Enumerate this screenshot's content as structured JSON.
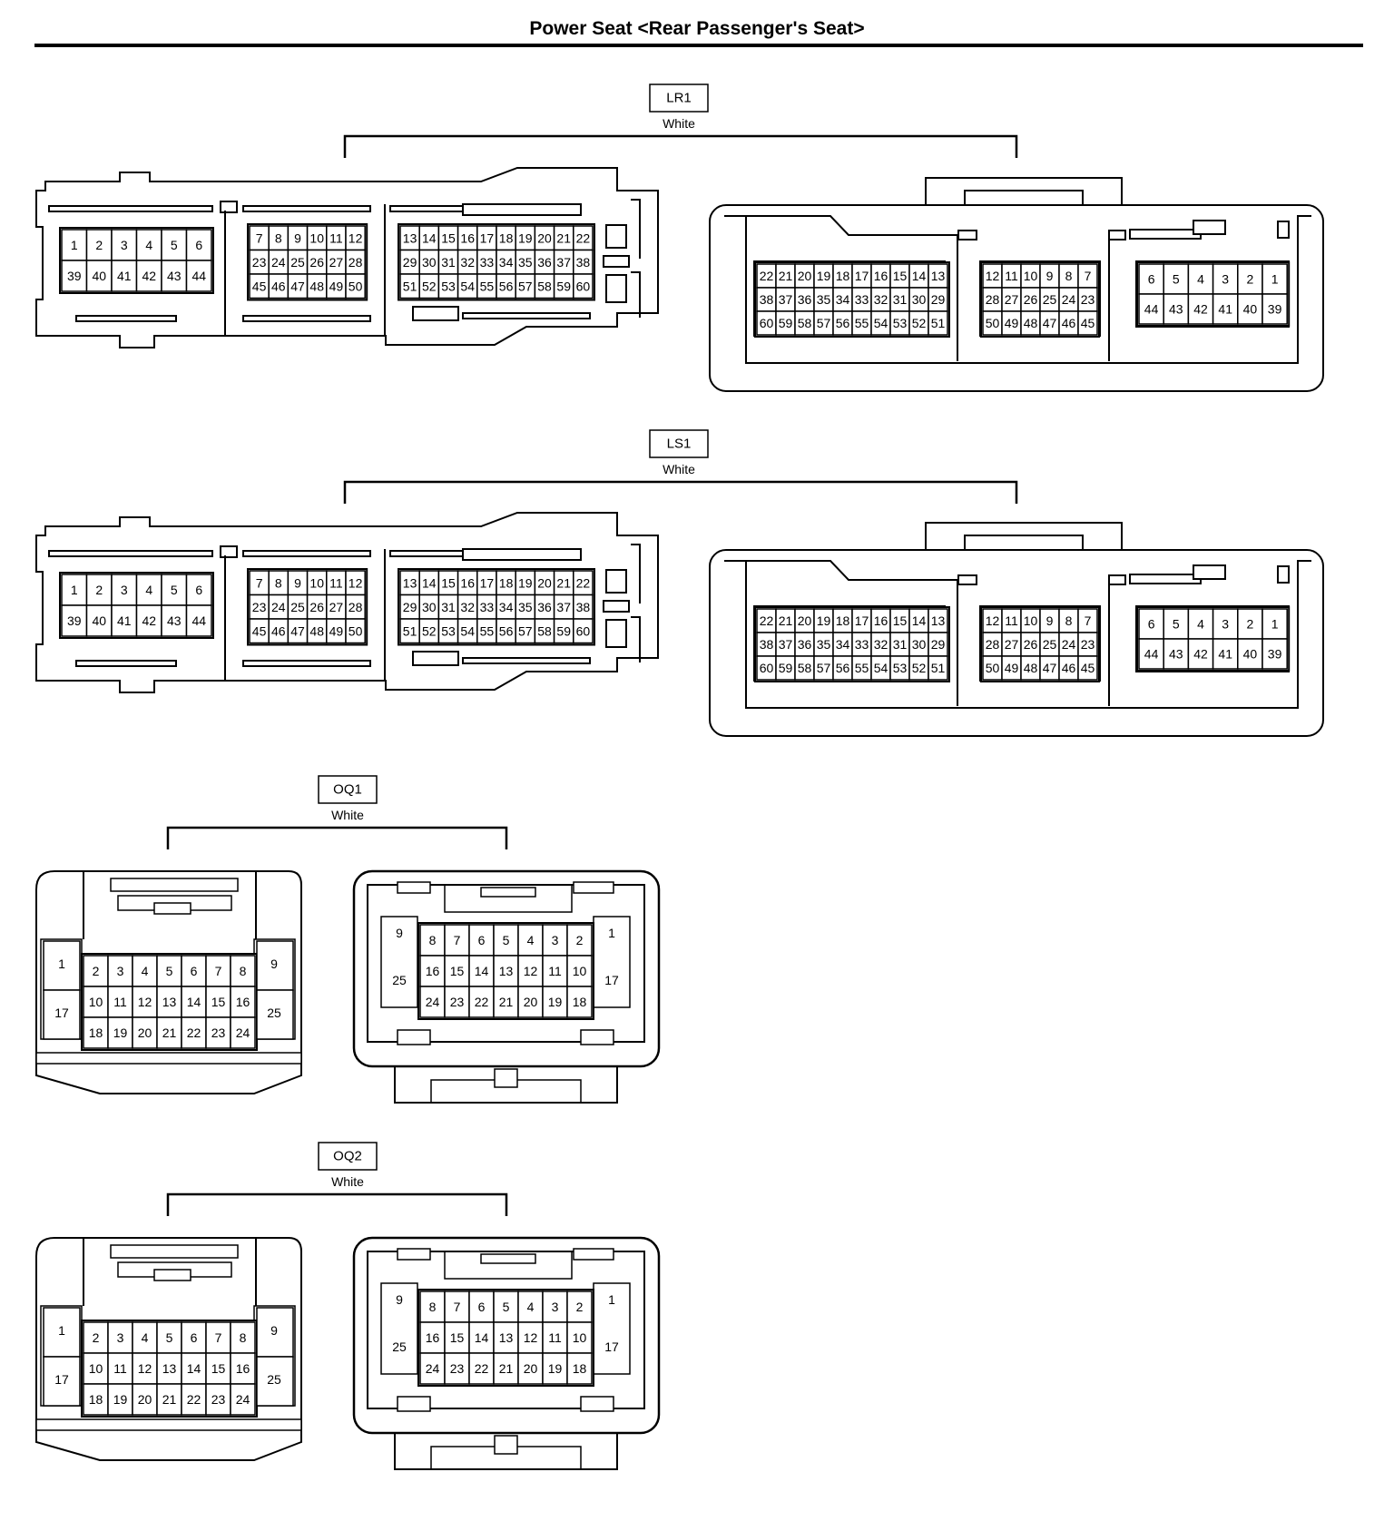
{
  "title": "Power Seat <Rear Passenger's Seat>",
  "connectors": [
    {
      "id": "LR1",
      "color": "White",
      "left_rows": [
        [
          "1",
          "2",
          "3",
          "4",
          "5",
          "6"
        ],
        [
          "39",
          "40",
          "41",
          "42",
          "43",
          "44"
        ]
      ],
      "mid_rows": [
        [
          "7",
          "8",
          "9",
          "10",
          "11",
          "12"
        ],
        [
          "23",
          "24",
          "25",
          "26",
          "27",
          "28"
        ],
        [
          "45",
          "46",
          "47",
          "48",
          "49",
          "50"
        ]
      ],
      "right_rows": [
        [
          "13",
          "14",
          "15",
          "16",
          "17",
          "18",
          "19",
          "20",
          "21",
          "22"
        ],
        [
          "29",
          "30",
          "31",
          "32",
          "33",
          "34",
          "35",
          "36",
          "37",
          "38"
        ],
        [
          "51",
          "52",
          "53",
          "54",
          "55",
          "56",
          "57",
          "58",
          "59",
          "60"
        ]
      ],
      "b_left_rows": [
        [
          "22",
          "21",
          "20",
          "19",
          "18",
          "17",
          "16",
          "15",
          "14",
          "13"
        ],
        [
          "38",
          "37",
          "36",
          "35",
          "34",
          "33",
          "32",
          "31",
          "30",
          "29"
        ],
        [
          "60",
          "59",
          "58",
          "57",
          "56",
          "55",
          "54",
          "53",
          "52",
          "51"
        ]
      ],
      "b_mid_rows": [
        [
          "12",
          "11",
          "10",
          "9",
          "8",
          "7"
        ],
        [
          "28",
          "27",
          "26",
          "25",
          "24",
          "23"
        ],
        [
          "50",
          "49",
          "48",
          "47",
          "46",
          "45"
        ]
      ],
      "b_right_rows": [
        [
          "6",
          "5",
          "4",
          "3",
          "2",
          "1"
        ],
        [
          "44",
          "43",
          "42",
          "41",
          "40",
          "39"
        ]
      ]
    },
    {
      "id": "LS1",
      "color": "White",
      "left_rows": [
        [
          "1",
          "2",
          "3",
          "4",
          "5",
          "6"
        ],
        [
          "39",
          "40",
          "41",
          "42",
          "43",
          "44"
        ]
      ],
      "mid_rows": [
        [
          "7",
          "8",
          "9",
          "10",
          "11",
          "12"
        ],
        [
          "23",
          "24",
          "25",
          "26",
          "27",
          "28"
        ],
        [
          "45",
          "46",
          "47",
          "48",
          "49",
          "50"
        ]
      ],
      "right_rows": [
        [
          "13",
          "14",
          "15",
          "16",
          "17",
          "18",
          "19",
          "20",
          "21",
          "22"
        ],
        [
          "29",
          "30",
          "31",
          "32",
          "33",
          "34",
          "35",
          "36",
          "37",
          "38"
        ],
        [
          "51",
          "52",
          "53",
          "54",
          "55",
          "56",
          "57",
          "58",
          "59",
          "60"
        ]
      ],
      "b_left_rows": [
        [
          "22",
          "21",
          "20",
          "19",
          "18",
          "17",
          "16",
          "15",
          "14",
          "13"
        ],
        [
          "38",
          "37",
          "36",
          "35",
          "34",
          "33",
          "32",
          "31",
          "30",
          "29"
        ],
        [
          "60",
          "59",
          "58",
          "57",
          "56",
          "55",
          "54",
          "53",
          "52",
          "51"
        ]
      ],
      "b_mid_rows": [
        [
          "12",
          "11",
          "10",
          "9",
          "8",
          "7"
        ],
        [
          "28",
          "27",
          "26",
          "25",
          "24",
          "23"
        ],
        [
          "50",
          "49",
          "48",
          "47",
          "46",
          "45"
        ]
      ],
      "b_right_rows": [
        [
          "6",
          "5",
          "4",
          "3",
          "2",
          "1"
        ],
        [
          "44",
          "43",
          "42",
          "41",
          "40",
          "39"
        ]
      ]
    },
    {
      "id": "OQ1",
      "color": "White",
      "a_side_left": [
        "1",
        "17"
      ],
      "a_side_right": [
        "9",
        "25"
      ],
      "a_rows": [
        [
          "2",
          "3",
          "4",
          "5",
          "6",
          "7",
          "8"
        ],
        [
          "10",
          "11",
          "12",
          "13",
          "14",
          "15",
          "16"
        ],
        [
          "18",
          "19",
          "20",
          "21",
          "22",
          "23",
          "24"
        ]
      ],
      "b_side_left": [
        "9",
        "25"
      ],
      "b_side_right": [
        "1",
        "17"
      ],
      "b_rows": [
        [
          "8",
          "7",
          "6",
          "5",
          "4",
          "3",
          "2"
        ],
        [
          "16",
          "15",
          "14",
          "13",
          "12",
          "11",
          "10"
        ],
        [
          "24",
          "23",
          "22",
          "21",
          "20",
          "19",
          "18"
        ]
      ]
    },
    {
      "id": "OQ2",
      "color": "White",
      "a_side_left": [
        "1",
        "17"
      ],
      "a_side_right": [
        "9",
        "25"
      ],
      "a_rows": [
        [
          "2",
          "3",
          "4",
          "5",
          "6",
          "7",
          "8"
        ],
        [
          "10",
          "11",
          "12",
          "13",
          "14",
          "15",
          "16"
        ],
        [
          "18",
          "19",
          "20",
          "21",
          "22",
          "23",
          "24"
        ]
      ],
      "b_side_left": [
        "9",
        "25"
      ],
      "b_side_right": [
        "1",
        "17"
      ],
      "b_rows": [
        [
          "8",
          "7",
          "6",
          "5",
          "4",
          "3",
          "2"
        ],
        [
          "16",
          "15",
          "14",
          "13",
          "12",
          "11",
          "10"
        ],
        [
          "24",
          "23",
          "22",
          "21",
          "20",
          "19",
          "18"
        ]
      ]
    }
  ]
}
